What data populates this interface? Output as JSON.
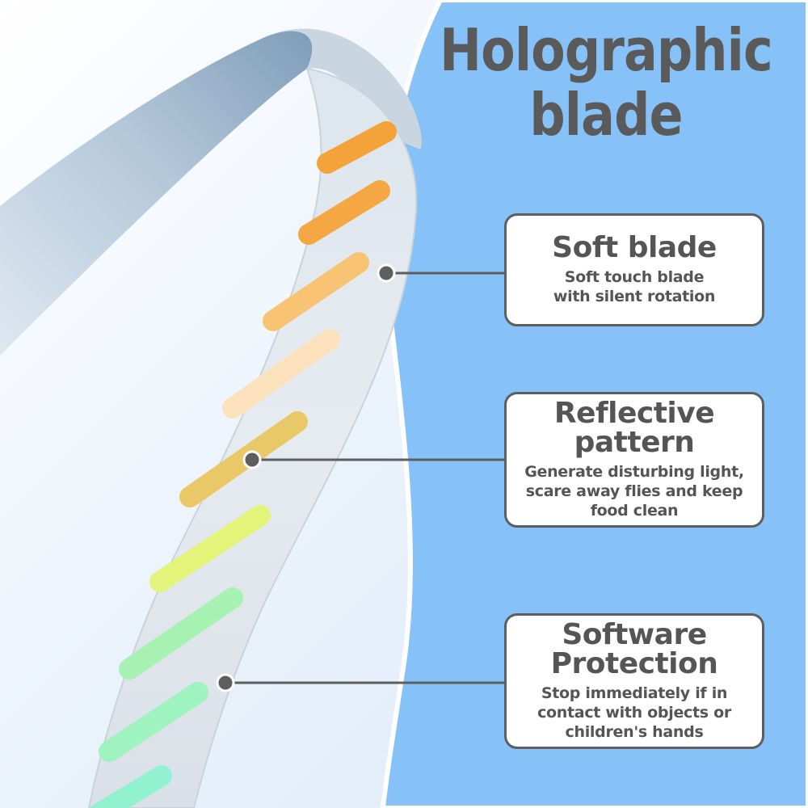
{
  "title": {
    "line1": "Holographic",
    "line2": "blade"
  },
  "callouts": [
    {
      "heading_lines": [
        "Soft blade"
      ],
      "text_lines": [
        "Soft touch blade",
        "with silent rotation"
      ]
    },
    {
      "heading_lines": [
        "Reflective",
        "pattern"
      ],
      "text_lines": [
        "Generate disturbing light,",
        "scare away flies and keep",
        "food clean"
      ]
    },
    {
      "heading_lines": [
        "Software",
        "Protection"
      ],
      "text_lines": [
        "Stop immediately if in",
        "contact with objects or",
        "children's hands"
      ]
    }
  ],
  "colors": {
    "background_left": "#e3eef9",
    "background_right": "#86c1f8",
    "text": "#555555",
    "card_border": "#5e5e5e",
    "stripe_colors": [
      "#f4a23a",
      "#f5a743",
      "#f8c474",
      "#fbe2bc",
      "#e8c867",
      "#e4f37a",
      "#a7f1b3",
      "#9ef3bf",
      "#92f1cf"
    ]
  }
}
